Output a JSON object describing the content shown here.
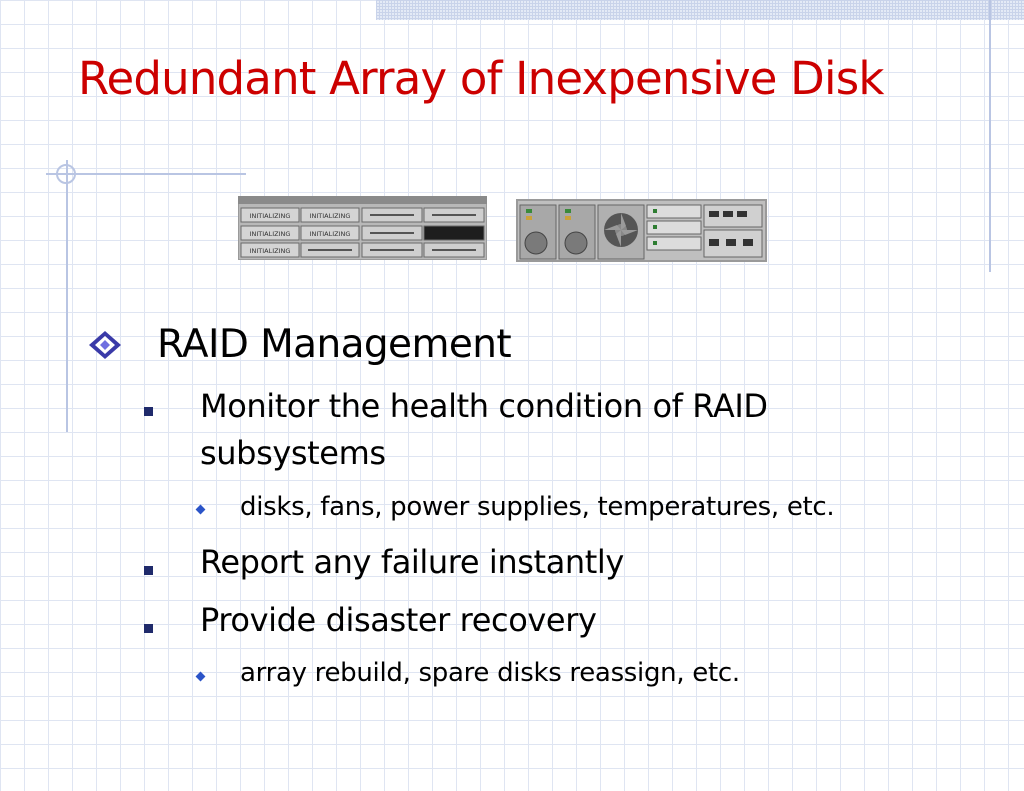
{
  "slide": {
    "title": "Redundant Array of Inexpensive Disk",
    "images": {
      "disk_array_alt": "disk array enclosure",
      "disk_labels": [
        "INITIALIZING",
        "INITIALIZING",
        "INITIALIZING",
        "INITIALIZING",
        "INITIALIZING"
      ],
      "controller_alt": "RAID controller chassis"
    },
    "bullets": [
      {
        "text": "RAID Management",
        "sub": [
          {
            "text_line1": "Monitor the health condition of RAID",
            "text_line2": "subsystems",
            "sub": [
              "disks, fans, power supplies, temperatures, etc."
            ]
          },
          {
            "text": "Report any failure instantly"
          },
          {
            "text": "Provide disaster recovery",
            "sub": [
              "array rebuild, spare disks reassign, etc."
            ]
          }
        ]
      }
    ],
    "colors": {
      "title": "#cc0000",
      "grid": "#dfe5f2",
      "bullet_dark": "#1f2a6b",
      "bullet_blue": "#2b54c8"
    }
  }
}
